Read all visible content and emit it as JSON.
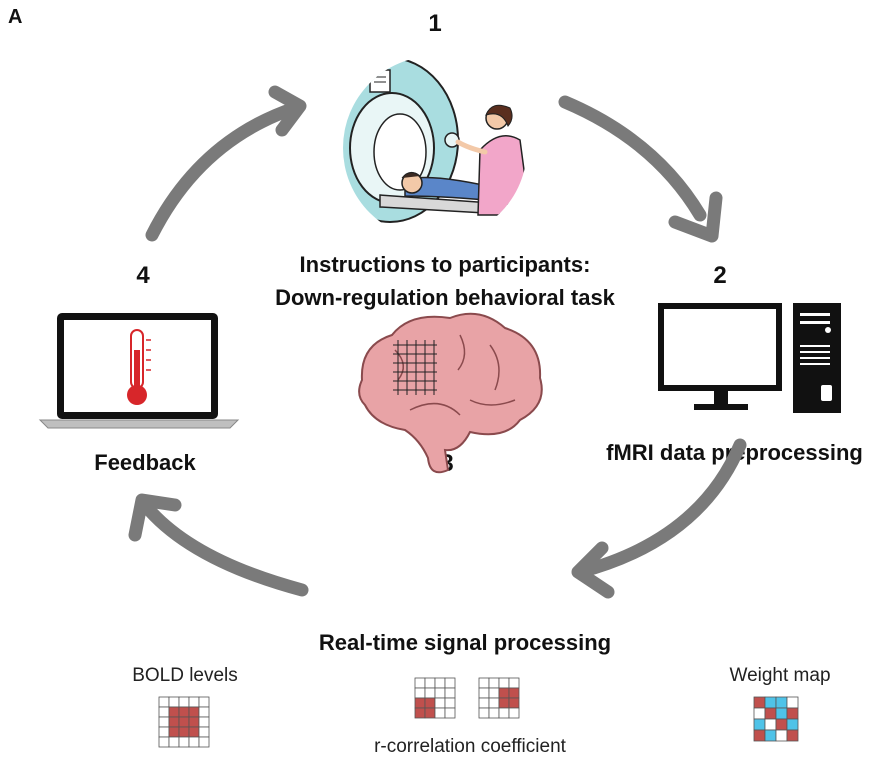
{
  "panel_label": "A",
  "steps": [
    {
      "number": "1",
      "label_lines": [
        "Instructions to participants:",
        "Down-regulation behavioral task"
      ]
    },
    {
      "number": "2",
      "label": "fMRI data preprocessing"
    },
    {
      "number": "3",
      "label": "Real-time signal processing"
    },
    {
      "number": "4",
      "label": "Feedback"
    }
  ],
  "sub_labels": {
    "bold_levels": "BOLD levels",
    "r_correlation": "r-correlation coefficient",
    "weight_map": "Weight map"
  },
  "colors": {
    "arrow": "#7a7a7a",
    "grid_red": "#c0504d",
    "grid_blue": "#4fc3e8",
    "brain": "#e8a3a6",
    "thermometer": "#d7262a"
  }
}
